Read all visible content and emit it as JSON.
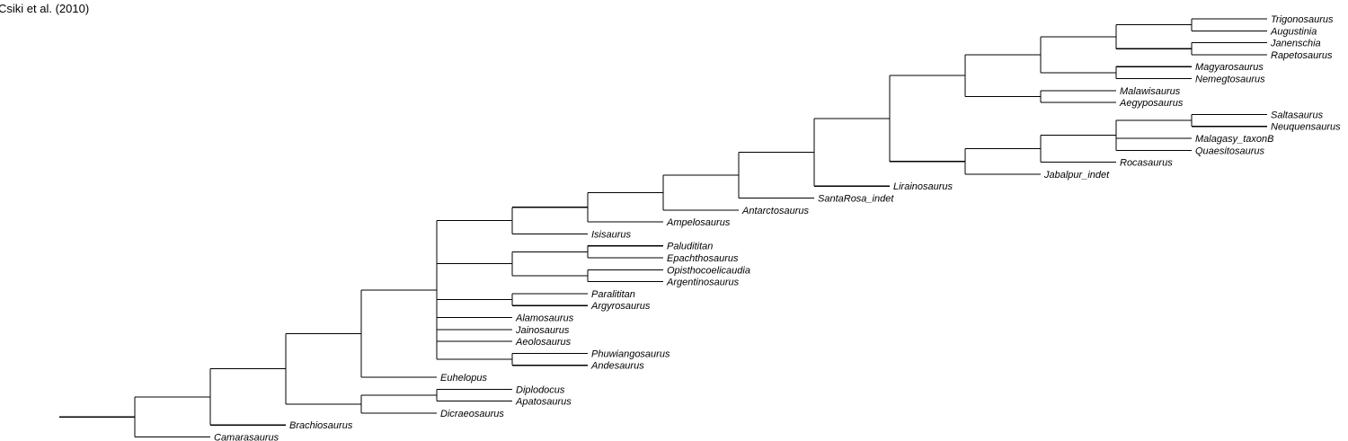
{
  "title": "Csiki et al. (2010)",
  "tree": {
    "children": [
      {
        "children": [
          {
            "children": [
              {
                "children": [
                  {
                    "children": [
                      {
                        "children": [
                          {
                            "children": [
                              {
                                "children": [
                                  {
                                    "children": [
                                      {
                                        "children": [
                                          {
                                            "children": [
                                              {
                                                "children": [
                                                  {
                                                    "children": [
                                                      {
                                                        "children": [
                                                          {
                                                            "children": [
                                                              {
                                                                "children": [
                                                                  {
                                                                    "name": "Trigonosaurus"
                                                                  },
                                                                  {
                                                                    "name": "Augustinia"
                                                                  }
                                                                ]
                                                              },
                                                              {
                                                                "children": [
                                                                  {
                                                                    "name": "Janenschia"
                                                                  },
                                                                  {
                                                                    "name": "Rapetosaurus"
                                                                  }
                                                                ]
                                                              }
                                                            ]
                                                          },
                                                          {
                                                            "children": [
                                                              {
                                                                "name": "Magyarosaurus"
                                                              },
                                                              {
                                                                "name": "Nemegtosaurus"
                                                              }
                                                            ]
                                                          }
                                                        ]
                                                      },
                                                      {
                                                        "children": [
                                                          {
                                                            "name": "Malawisaurus"
                                                          },
                                                          {
                                                            "name": "Aegyposaurus"
                                                          }
                                                        ]
                                                      }
                                                    ]
                                                  },
                                                  {
                                                    "children": [
                                                      {
                                                        "children": [
                                                          {
                                                            "children": [
                                                              {
                                                                "children": [
                                                                  {
                                                                    "name": "Saltasaurus"
                                                                  },
                                                                  {
                                                                    "name": "Neuquensaurus"
                                                                  }
                                                                ]
                                                              },
                                                              {
                                                                "name": "Malagasy_taxonB"
                                                              },
                                                              {
                                                                "name": "Quaesitosaurus"
                                                              }
                                                            ]
                                                          },
                                                          {
                                                            "name": "Rocasaurus"
                                                          }
                                                        ]
                                                      },
                                                      {
                                                        "name": "Jabalpur_indet"
                                                      }
                                                    ]
                                                  }
                                                ]
                                              },
                                              {
                                                "name": "Lirainosaurus"
                                              }
                                            ]
                                          },
                                          {
                                            "name": "SantaRosa_indet"
                                          }
                                        ]
                                      },
                                      {
                                        "name": "Antarctosaurus"
                                      }
                                    ]
                                  },
                                  {
                                    "name": "Ampelosaurus"
                                  }
                                ]
                              },
                              {
                                "name": "Isisaurus"
                              }
                            ]
                          },
                          {
                            "children": [
                              {
                                "children": [
                                  {
                                    "name": "Paludititan"
                                  },
                                  {
                                    "name": "Epachthosaurus"
                                  }
                                ]
                              },
                              {
                                "children": [
                                  {
                                    "name": "Opisthocoelicaudia"
                                  },
                                  {
                                    "name": "Argentinosaurus"
                                  }
                                ]
                              }
                            ]
                          },
                          {
                            "children": [
                              {
                                "name": "Paralititan"
                              },
                              {
                                "name": "Argyrosaurus"
                              }
                            ]
                          },
                          {
                            "name": "Alamosaurus"
                          },
                          {
                            "name": "Jainosaurus"
                          },
                          {
                            "name": "Aeolosaurus"
                          },
                          {
                            "children": [
                              {
                                "name": "Phuwiangosaurus"
                              },
                              {
                                "name": "Andesaurus"
                              }
                            ]
                          }
                        ]
                      },
                      {
                        "name": "Euhelopus"
                      }
                    ]
                  },
                  {
                    "children": [
                      {
                        "children": [
                          {
                            "name": "Diplodocus"
                          },
                          {
                            "name": "Apatosaurus"
                          }
                        ]
                      },
                      {
                        "name": "Dicraeosaurus"
                      }
                    ]
                  }
                ]
              },
              {
                "name": "Brachiosaurus"
              }
            ]
          },
          {
            "name": "Camarasaurus"
          }
        ]
      }
    ]
  }
}
